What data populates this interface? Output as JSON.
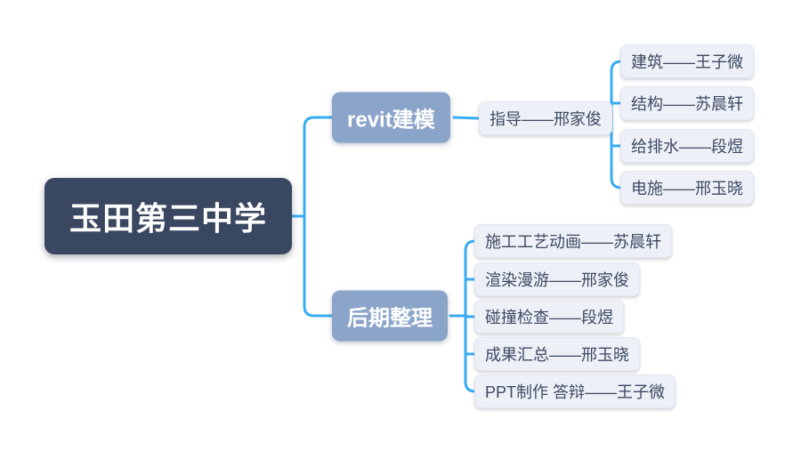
{
  "mindmap": {
    "root": "玉田第三中学",
    "branch_top": "revit建模",
    "guide": "指导——邢家俊",
    "top_leaves": [
      "建筑——王子微",
      "结构——苏晨轩",
      "给排水——段煜",
      "电施——邢玉晓"
    ],
    "branch_bottom": "后期整理",
    "bottom_leaves": [
      "施工工艺动画——苏晨轩",
      "渲染漫游——邢家俊",
      "碰撞检查——段煜",
      "成果汇总——邢玉晓",
      "PPT制作 答辩——王子微"
    ]
  },
  "colors": {
    "background": "#ffffff",
    "root_bg": "#3a4761",
    "root_text": "#ffffff",
    "branch_bg": "#8ba4c9",
    "branch_text": "#ffffff",
    "leaf_bg": "#edf0f6",
    "leaf_text": "#3e4a64",
    "connector": "#38acf2"
  }
}
